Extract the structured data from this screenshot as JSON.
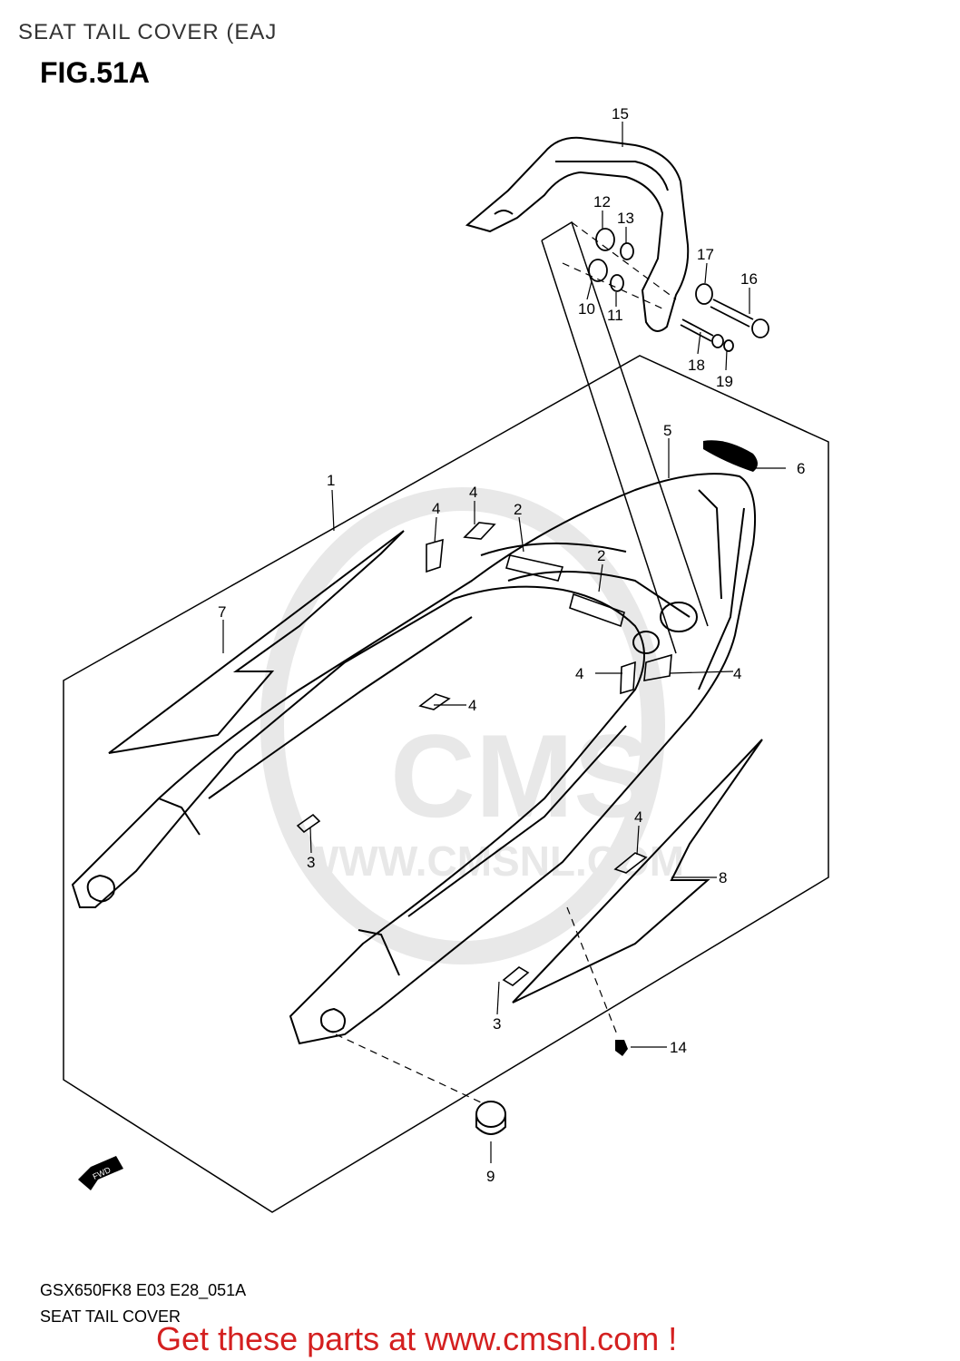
{
  "header": {
    "title": "SEAT TAIL COVER (EAJ",
    "figure": "FIG.51A"
  },
  "diagram": {
    "callouts": [
      {
        "id": "c1",
        "label": "1"
      },
      {
        "id": "c2a",
        "label": "2"
      },
      {
        "id": "c2b",
        "label": "2"
      },
      {
        "id": "c3a",
        "label": "3"
      },
      {
        "id": "c3b",
        "label": "3"
      },
      {
        "id": "c4a",
        "label": "4"
      },
      {
        "id": "c4b",
        "label": "4"
      },
      {
        "id": "c4c",
        "label": "4"
      },
      {
        "id": "c4d",
        "label": "4"
      },
      {
        "id": "c4e",
        "label": "4"
      },
      {
        "id": "c4f",
        "label": "4"
      },
      {
        "id": "c5",
        "label": "5"
      },
      {
        "id": "c6",
        "label": "6"
      },
      {
        "id": "c7",
        "label": "7"
      },
      {
        "id": "c8",
        "label": "8"
      },
      {
        "id": "c9",
        "label": "9"
      },
      {
        "id": "c10",
        "label": "10"
      },
      {
        "id": "c11",
        "label": "11"
      },
      {
        "id": "c12",
        "label": "12"
      },
      {
        "id": "c13",
        "label": "13"
      },
      {
        "id": "c14",
        "label": "14"
      },
      {
        "id": "c15",
        "label": "15"
      },
      {
        "id": "c16",
        "label": "16"
      },
      {
        "id": "c17",
        "label": "17"
      },
      {
        "id": "c18",
        "label": "18"
      },
      {
        "id": "c19",
        "label": "19"
      }
    ],
    "direction_arrow": "FWD",
    "watermark": {
      "brand": "CMS",
      "url": "WWW.CMSNL.COM"
    }
  },
  "footer": {
    "model_code": "GSX650FK8 E03 E28_051A",
    "caption": "SEAT TAIL COVER",
    "link_text": "Get these parts at www.cmsnl.com !"
  },
  "colors": {
    "line": "#000000",
    "link": "#d42020",
    "watermark": "#e8e8e8"
  }
}
